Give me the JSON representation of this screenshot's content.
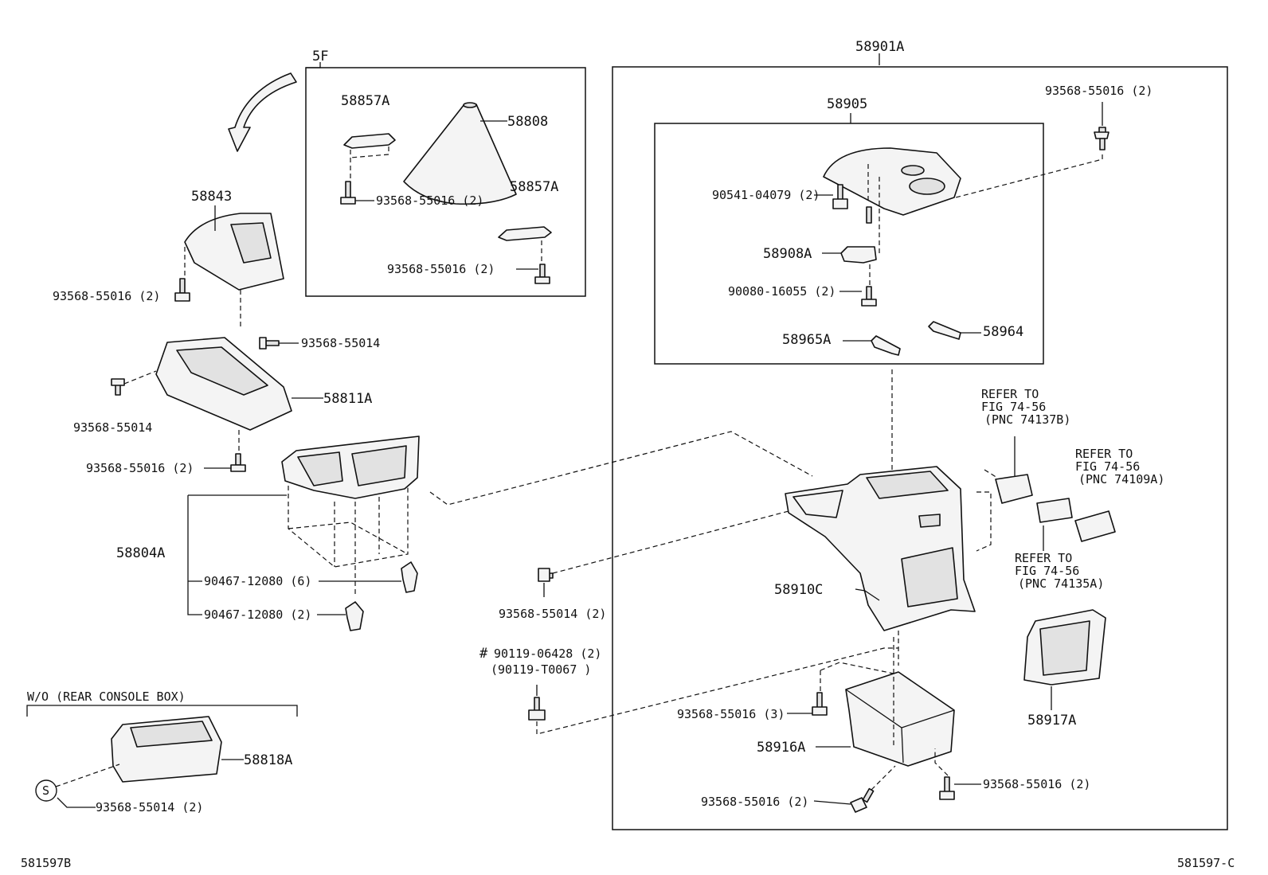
{
  "labels": {
    "p58901A": "58901A",
    "p58905": "58905",
    "p5F": "5F",
    "p58857A_1": "58857A",
    "p58808": "58808",
    "p58857A_2": "58857A",
    "p93568_55016_5F_1": "93568-55016 (2)",
    "p93568_55016_5F_2": "93568-55016 (2)",
    "p58843": "58843",
    "p93568_55016_a": "93568-55016 (2)",
    "p93568_55014_a": "93568-55014",
    "p58811A": "58811A",
    "p93568_55014_b": "93568-55014",
    "p93568_55016_b": "93568-55016 (2)",
    "p58804A": "58804A",
    "p90467_12080_6": "90467-12080 (6)",
    "p90467_12080_2": "90467-12080 (2)",
    "wo_rear": "W/O (REAR CONSOLE BOX)",
    "p58818A": "58818A",
    "s_mark": "S",
    "p93568_55014_c": "93568-55014 (2)",
    "p93568_55016_top": "93568-55016 (2)",
    "p90541": "90541-04079 (2)",
    "p58908A": "58908A",
    "p90080": "90080-16055 (2)",
    "p58965A": "58965A",
    "p58964": "58964",
    "refer1_l1": "REFER TO",
    "refer1_l2": "FIG 74-56",
    "refer1_l3": "(PNC 74137B)",
    "refer2_l1": "REFER TO",
    "refer2_l2": "FIG 74-56",
    "refer2_l3": "(PNC 74109A)",
    "refer3_l1": "REFER TO",
    "refer3_l2": "FIG 74-56",
    "refer3_l3": "(PNC 74135A)",
    "p58910C": "58910C",
    "p93568_55014_d": "93568-55014 (2)",
    "hash": "#",
    "p90119_06428": "90119-06428 (2)",
    "p90119_T0067": "(90119-T0067 )",
    "p93568_55016_3": "93568-55016 (3)",
    "p58916A": "58916A",
    "p93568_55016_c": "93568-55016 (2)",
    "p93568_55016_d": "93568-55016 (2)",
    "p58917A": "58917A",
    "code_left": "581597B",
    "code_right": "581597-C"
  }
}
